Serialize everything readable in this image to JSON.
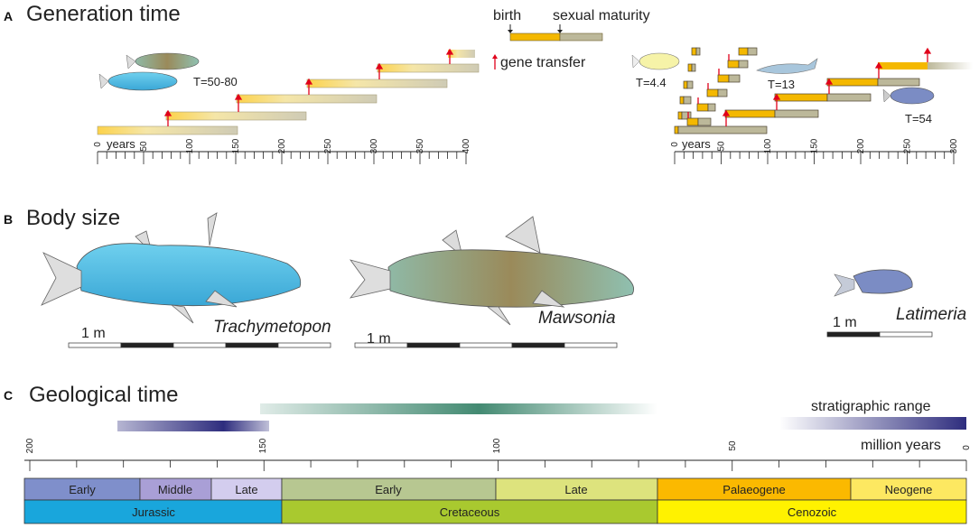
{
  "panel_a": {
    "letter": "A",
    "title": "Generation time",
    "legend": {
      "birth": "birth",
      "maturity": "sexual maturity",
      "gene_transfer": "gene transfer"
    },
    "left": {
      "T_label": "T=50-80",
      "axis_label": "years",
      "ticks": [
        "0",
        "50",
        "100",
        "150",
        "200",
        "250",
        "300",
        "350",
        "400"
      ]
    },
    "right": {
      "T_labels": [
        "T=4.4",
        "T=13",
        "T=54"
      ],
      "axis_label": "years",
      "ticks": [
        "0",
        "50",
        "100",
        "150",
        "200",
        "250",
        "300"
      ]
    }
  },
  "panel_b": {
    "letter": "B",
    "title": "Body size",
    "species": [
      "Trachymetopon",
      "Mawsonia",
      "Latimeria"
    ],
    "scale_label": "1 m"
  },
  "panel_c": {
    "letter": "C",
    "title": "Geological time",
    "range_label": "stratigraphic range",
    "axis_label": "million years",
    "ticks": [
      "200",
      "150",
      "100",
      "50",
      "0"
    ],
    "epochs": [
      "Early",
      "Middle",
      "Late",
      "Early",
      "Late",
      "Palaeogene",
      "Neogene"
    ],
    "periods": [
      "Jurassic",
      "Cretaceous",
      "Cenozoic"
    ]
  },
  "colors": {
    "maturity_bar": "#f4b800",
    "adult_bar": "#bcb89a",
    "jurassic": "#19a6dc",
    "cretaceous": "#a9c92f",
    "cenozoic": "#fff200",
    "range_dark": "#2e2d7e",
    "range_green": "#2e7d62"
  }
}
